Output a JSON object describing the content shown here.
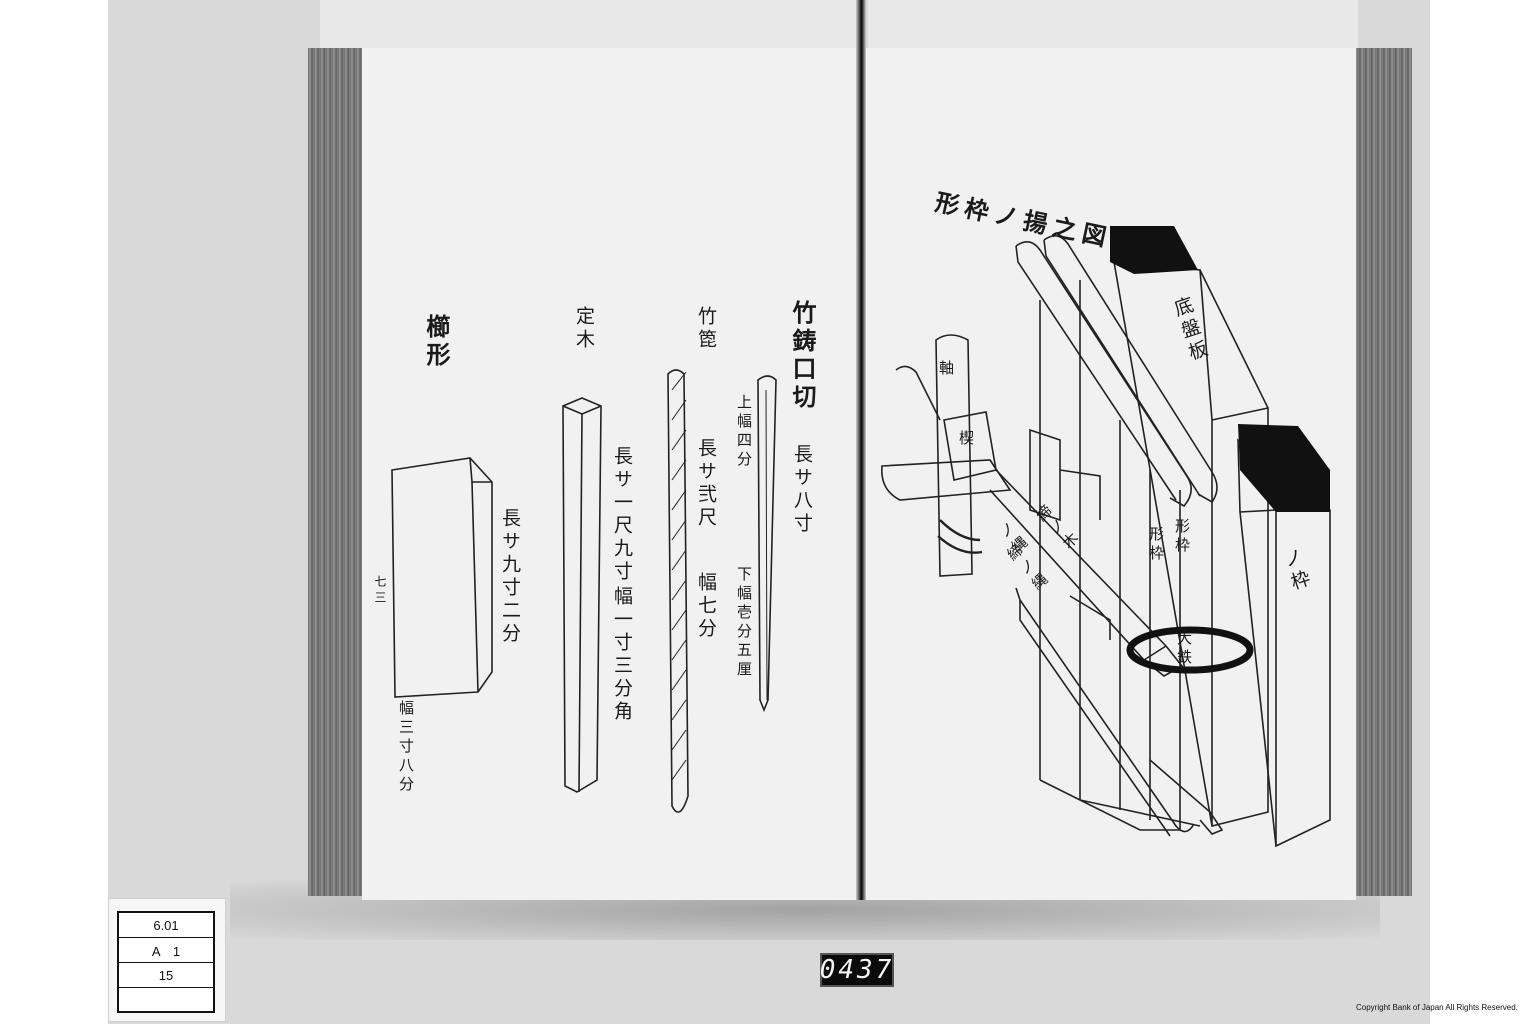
{
  "left_page": {
    "labels": {
      "comb_form": "櫛形",
      "comb_length": "長サ九寸二分",
      "comb_side_number": "七三",
      "comb_width": "幅三寸八分",
      "ruler_title": "定木",
      "ruler_length": "長サ一尺九寸",
      "ruler_width": "幅一寸三分角",
      "bamboo_title": "竹箆",
      "bamboo_length": "長サ弐尺",
      "bamboo_width": "幅七分",
      "spout_title": "竹鋳口切",
      "spout_length": "長サ八寸",
      "spout_top_width": "上幅四分",
      "spout_bottom_width": "下幅壱分五厘"
    }
  },
  "right_page": {
    "labels": {
      "diagram_title": "形枠ノ揚之図",
      "bottom_board": "底盤板",
      "shaft": "軸",
      "wedge": "楔",
      "rope": "ノ縄",
      "tightening_rope": "締ノ縄",
      "crossbar": "締ノ木",
      "form_frame_a": "形枠",
      "form_frame_b": "形枠",
      "frame_side": "ノ枠",
      "iron_ring": "大鉄"
    }
  },
  "catalog_card": {
    "rows": [
      "6.01",
      "A　1",
      "15",
      ""
    ]
  },
  "frame_number": "0437",
  "copyright": "Copyright Bank of Japan All Rights Reserved."
}
